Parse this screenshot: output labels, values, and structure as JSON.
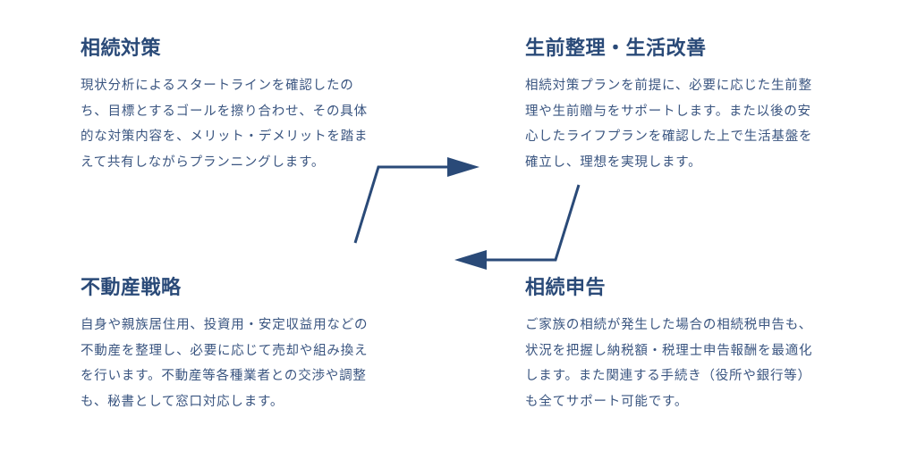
{
  "accent_color": "#2a4a78",
  "blocks": [
    {
      "title": "相続対策",
      "lines": [
        "現状分析によるスタートラインを確認したの",
        "ち、目標とするゴールを擦り合わせ、その具体",
        "的な対策内容を、メリット・デメリットを踏ま",
        "えて共有しながらプランニングします。"
      ]
    },
    {
      "title": "生前整理・生活改善",
      "lines": [
        "相続対策プランを前提に、必要に応じた生前整",
        "理や生前贈与をサポートします。また以後の安",
        "心したライフプランを確認した上で生活基盤を",
        "確立し、理想を実現します。"
      ]
    },
    {
      "title": "不動産戦略",
      "lines": [
        "自身や親族居住用、投資用・安定収益用などの",
        "不動産を整理し、必要に応じて売却や組み換え",
        "を行います。不動産等各種業者との交渉や調整",
        "も、秘書として窓口対応します。"
      ]
    },
    {
      "title": "相続申告",
      "lines": [
        "ご家族の相続が発生した場合の相続税申告も、",
        "状況を把握し納税額・税理士申告報酬を最適化",
        "します。また関連する手続き（役所や銀行等）",
        "も全てサポート可能です。"
      ]
    }
  ]
}
